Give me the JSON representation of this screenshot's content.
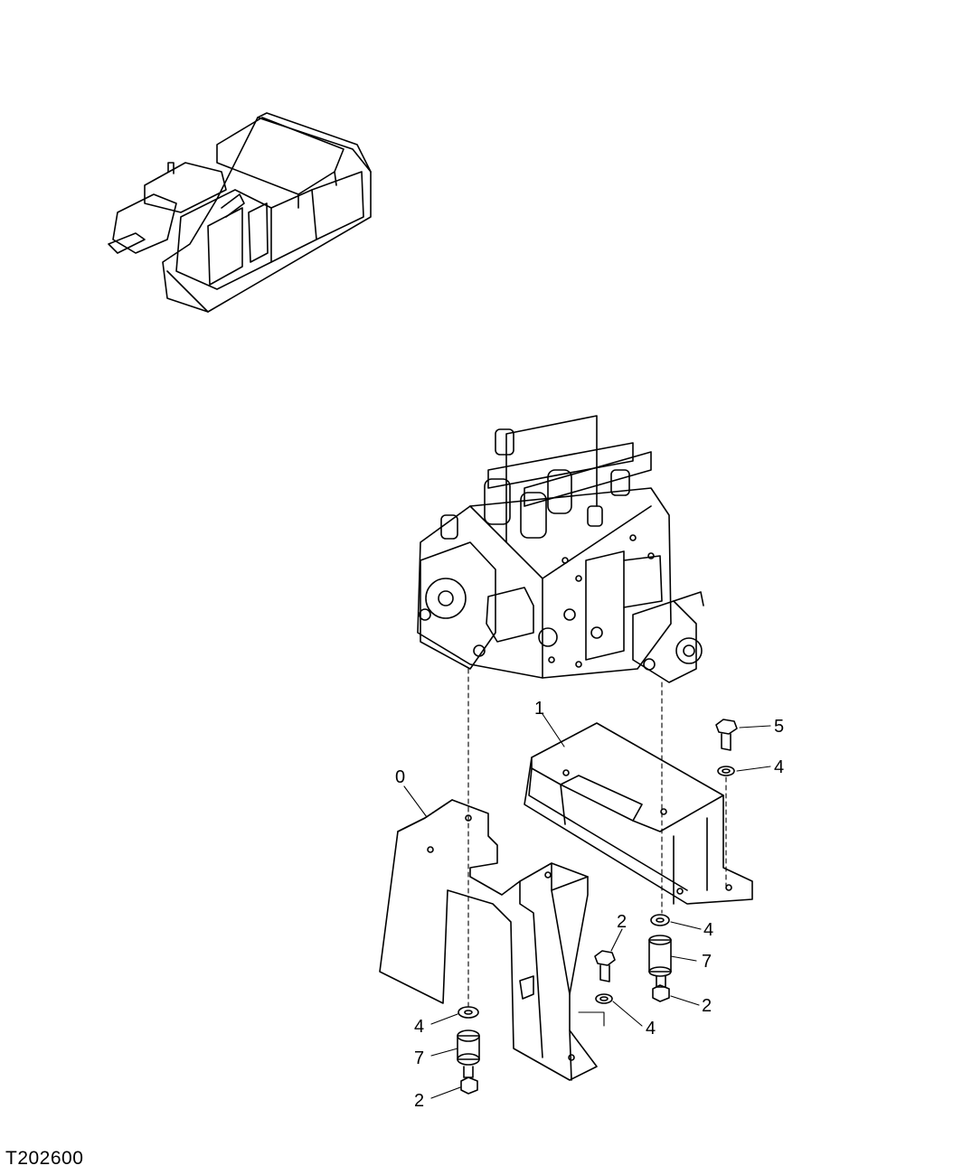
{
  "figure_id": "T202600",
  "callouts": {
    "c1": "1",
    "c0": "0",
    "c5": "5",
    "c4_top": "4",
    "c4_right": "4",
    "c2_upper": "2",
    "c7_right": "7",
    "c2_right": "2",
    "c4_center": "4",
    "c4_left": "4",
    "c7_left": "7",
    "c2_bottom": "2"
  },
  "icons": {
    "machine": "excavator-cab-icon",
    "valve": "control-valve-icon"
  }
}
